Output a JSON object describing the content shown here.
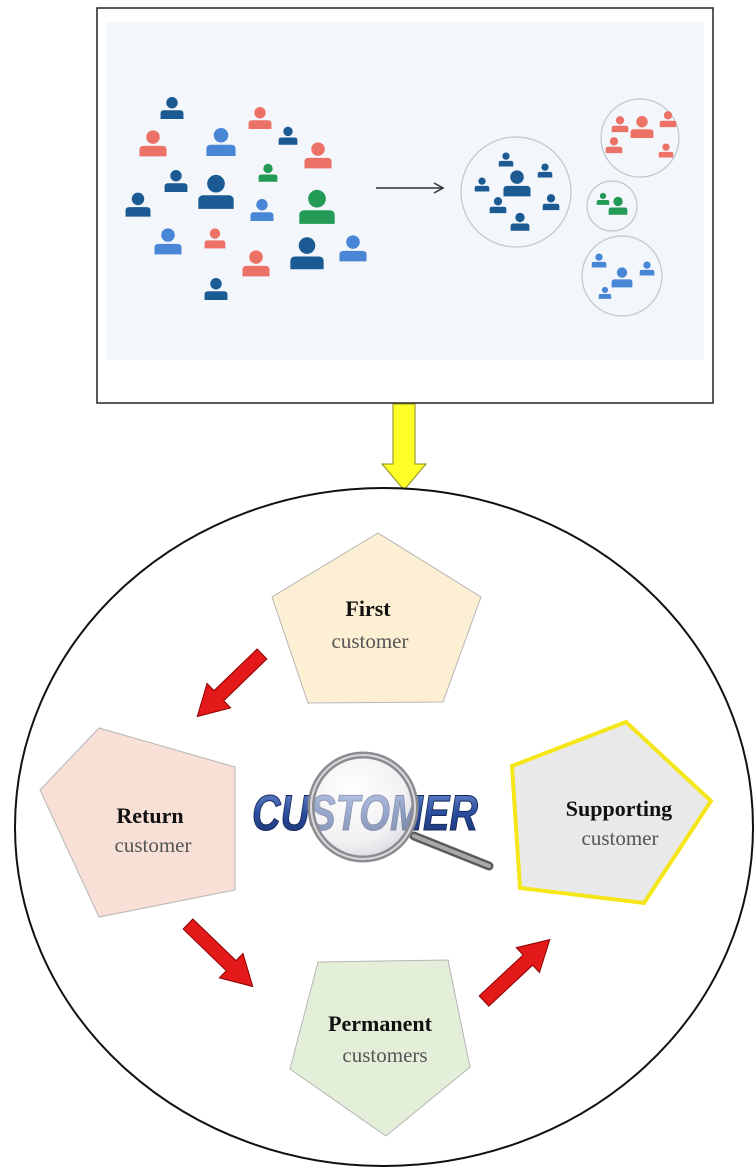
{
  "colors": {
    "person_red": "#ec7268",
    "person_blue": "#4a86d6",
    "person_navy": "#1c5a94",
    "person_green": "#239a55",
    "panel_bg": "#f3f6fa",
    "down_arrow": "#ffff2a",
    "red_arrow": "#e41a1a",
    "first_fill": "#fdefd3",
    "return_fill": "#f9e0d6",
    "permanent_fill": "#e3efd9",
    "supporting_fill": "#e9e9e9",
    "supporting_stroke": "#f5e61a",
    "logo_blue": "#2b4e9e"
  },
  "top_panel": {
    "scatter_icon": "person-icon",
    "flow_arrow_icon": "arrow-right-icon",
    "cluster_icon": "person-icon"
  },
  "connector_icon": "arrow-down-icon",
  "stages": {
    "first": {
      "title": "First",
      "subtitle": "customer"
    },
    "return": {
      "title": "Return",
      "subtitle": "customer"
    },
    "permanent": {
      "title": "Permanent",
      "subtitle": "customers"
    },
    "supporting": {
      "title": "Supporting",
      "subtitle": "customer"
    }
  },
  "center_logo": {
    "text": "CUSTOMER",
    "icon": "magnifier-icon"
  },
  "cycle_arrows_icon": "arrow-icon"
}
